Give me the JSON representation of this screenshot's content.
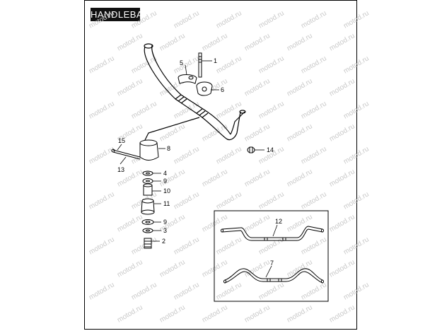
{
  "title": "HANDLEBAR",
  "watermark": "motod.ru",
  "callouts": [
    "1",
    "5",
    "6",
    "8",
    "15",
    "14",
    "13",
    "4",
    "9",
    "10",
    "11",
    "9",
    "3",
    "2",
    "12",
    "7"
  ],
  "colors": {
    "line": "#000000",
    "watermark": "#c9c9c9",
    "title_bg": "#111111",
    "title_fg": "#ffffff"
  }
}
